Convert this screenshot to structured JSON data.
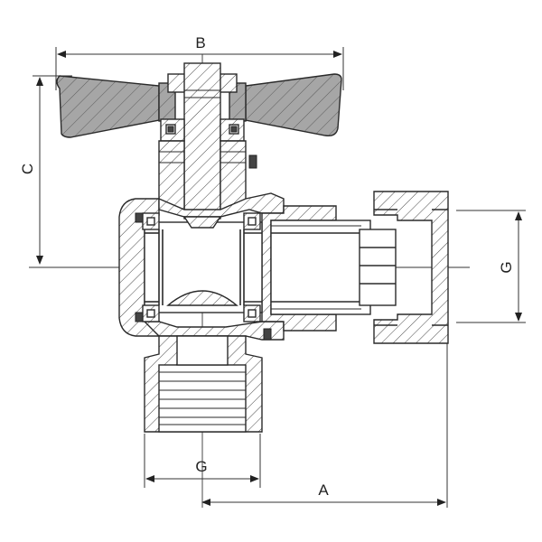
{
  "dimensions": {
    "a": "A",
    "b": "B",
    "c": "C",
    "g_outlet": "G",
    "g_inlet": "G"
  },
  "colors": {
    "handle_fill": "#a6a6a6",
    "line": "#2a2a2a",
    "background": "#ffffff"
  }
}
